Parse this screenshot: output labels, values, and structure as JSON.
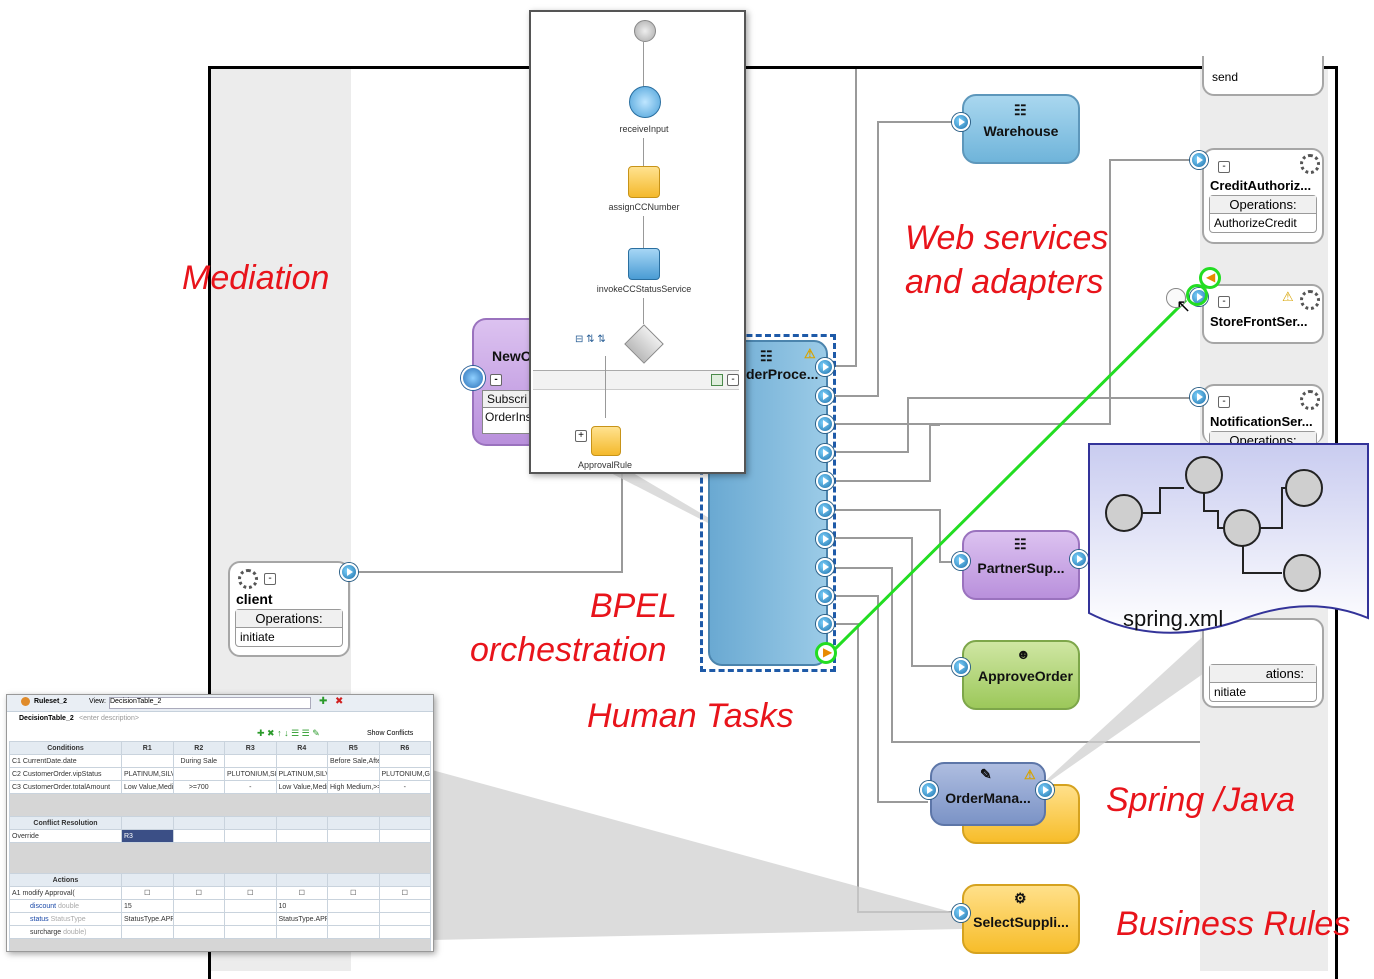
{
  "labels": {
    "mediation": "Mediation",
    "web_services_line1": "Web services",
    "web_services_line2": "and adapters",
    "bpel_line1": "BPEL",
    "bpel_line2": "orchestration",
    "human_tasks": "Human Tasks",
    "spring_java": "Spring /Java",
    "business_rules": "Business Rules"
  },
  "components": {
    "warehouse": "Warehouse",
    "partner_sup": "PartnerSup...",
    "approve_order": "ApproveOrder",
    "order_mana": "OrderMana...",
    "select_suppli": "SelectSuppli...",
    "new_o": "NewO",
    "order_process": "derProce..."
  },
  "services": {
    "send": {
      "value": "send"
    },
    "credit": {
      "name": "CreditAuthoriz...",
      "ops_header": "Operations:",
      "op": "AuthorizeCredit"
    },
    "storefront": {
      "name": "StoreFrontSer..."
    },
    "notification": {
      "name": "NotificationSer...",
      "ops_header": "Operations:"
    },
    "client": {
      "name": "client",
      "ops_header": "Operations:",
      "op": "initiate"
    },
    "right_partial": {
      "ops_header": "ations:",
      "op": "nitiate"
    },
    "new_o_sub": {
      "header": "Subscri",
      "value": "OrderIns"
    }
  },
  "bpel_popup": {
    "steps": [
      "receiveInput",
      "assignCCNumber",
      "invokeCCStatusService",
      "ApprovalRule"
    ]
  },
  "spring": {
    "filename": "spring.xml"
  },
  "rules": {
    "tab_title": "Ruleset_2",
    "view_label": "View:",
    "view_value": "DecisionTable_2",
    "table_name": "DecisionTable_2",
    "desc_placeholder": "<enter description>",
    "show_conflicts": "Show Conflicts",
    "conditions_header": "Conditions",
    "cols": [
      "R1",
      "R2",
      "R3",
      "R4",
      "R5",
      "R6"
    ],
    "cond_rows": [
      {
        "id": "C1",
        "name": "CurrentDate.date",
        "vals": [
          "",
          "During Sale",
          "",
          "",
          "Before Sale,After Sale",
          ""
        ]
      },
      {
        "id": "C2",
        "name": "CustomerOrder.vipStatus",
        "vals": [
          "PLATINUM,SILVER",
          "",
          "PLUTONIUM,SILV...",
          "PLATINUM,SILVER",
          "",
          "PLUTONIUM,GOL..."
        ]
      },
      {
        "id": "C3",
        "name": "CustomerOrder.totalAmount",
        "vals": [
          "Low Value,Mediu...",
          ">=700",
          "-",
          "Low Value,Medium",
          "High Medium,>=...",
          "-"
        ]
      }
    ],
    "conflict_header": "Conflict Resolution",
    "conflict_row": {
      "name": "Override",
      "val": "R3"
    },
    "actions_header": "Actions",
    "action_rows": [
      {
        "id": "A1",
        "name": "modify Approval(",
        "vals": [
          "",
          "",
          "",
          "",
          "",
          ""
        ]
      },
      {
        "id": "",
        "name": "discount",
        "hint": " double",
        "vals": [
          "15",
          "",
          "",
          "10",
          "",
          ""
        ]
      },
      {
        "id": "",
        "name": "status",
        "hint": " StatusType",
        "vals": [
          "StatusType.APP...",
          "",
          "",
          "StatusType.APP...",
          "",
          ""
        ]
      },
      {
        "id": "",
        "name": "surcharge",
        "hint": " double)",
        "vals": [
          "",
          "",
          "",
          "",
          "",
          ""
        ]
      }
    ]
  },
  "colors": {
    "label_red": "#e8141b",
    "ws_blue": "#8ec6e4",
    "bpel_blue": "#6fb0d8",
    "mediator_purple": "#c9a6e4",
    "human_green": "#b5d67a",
    "rules_yellow": "#ffd35c",
    "spring_blue": "#9aaed0",
    "wire_green": "#22dd22",
    "wire_grey": "#9a9a9a"
  }
}
